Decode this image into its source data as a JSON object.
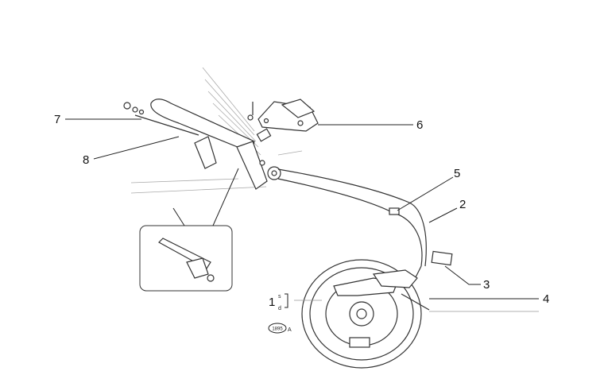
{
  "diagram": {
    "callouts": [
      {
        "id": "1",
        "label": "1",
        "sub": [
          "s",
          "d"
        ]
      },
      {
        "id": "2",
        "label": "2"
      },
      {
        "id": "3",
        "label": "3"
      },
      {
        "id": "4",
        "label": "4"
      },
      {
        "id": "5",
        "label": "5"
      },
      {
        "id": "6",
        "label": "6"
      },
      {
        "id": "7",
        "label": "7"
      },
      {
        "id": "8",
        "label": "8"
      }
    ],
    "stamp": {
      "number": "1895",
      "suffix": "A"
    }
  }
}
